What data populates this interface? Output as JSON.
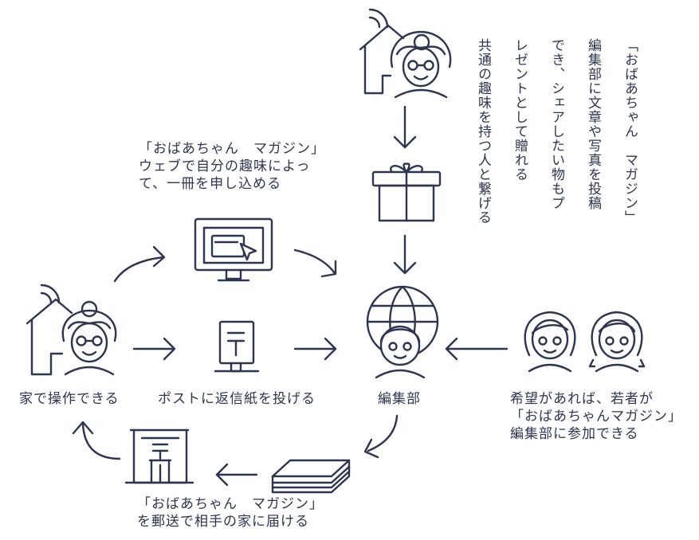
{
  "colors": {
    "stroke": "#2e3550",
    "background": "#ffffff"
  },
  "labels": {
    "grandma_home": "家で操作できる",
    "postbox": "ポストに返信紙を投げる",
    "editorial": "編集部",
    "web_lines": [
      "「おばあちゃん　マガジン」",
      "ウェブで自分の趣味によっ",
      "て、一冊を申し込める"
    ],
    "mail_lines": [
      "「おばあちゃん　マガジン」",
      "を郵送で相手の家に届ける"
    ],
    "youth_lines": [
      "希望があれば、若者が",
      "「おばあちゃんマガジン」",
      "編集部に参加できる"
    ],
    "vertical_lines": [
      "「おばあちゃん　マガジン」",
      "編集部に文章や写真を投稿",
      "でき、シェアしたい物もプ",
      "レゼントとして贈れる",
      "共通の趣味を持つ人と繋げる"
    ]
  },
  "icons": {
    "grandma_house_top": "house-with-grandma-icon",
    "grandma_house_left": "house-with-grandma-icon",
    "gift": "gift-box-icon",
    "computer": "monitor-with-cursor-icon",
    "postbox": "post-box-icon",
    "globe_person": "globe-with-person-icon",
    "young_people": "two-young-people-icon",
    "post_office": "post-office-icon",
    "magazines": "stacked-magazines-icon"
  }
}
